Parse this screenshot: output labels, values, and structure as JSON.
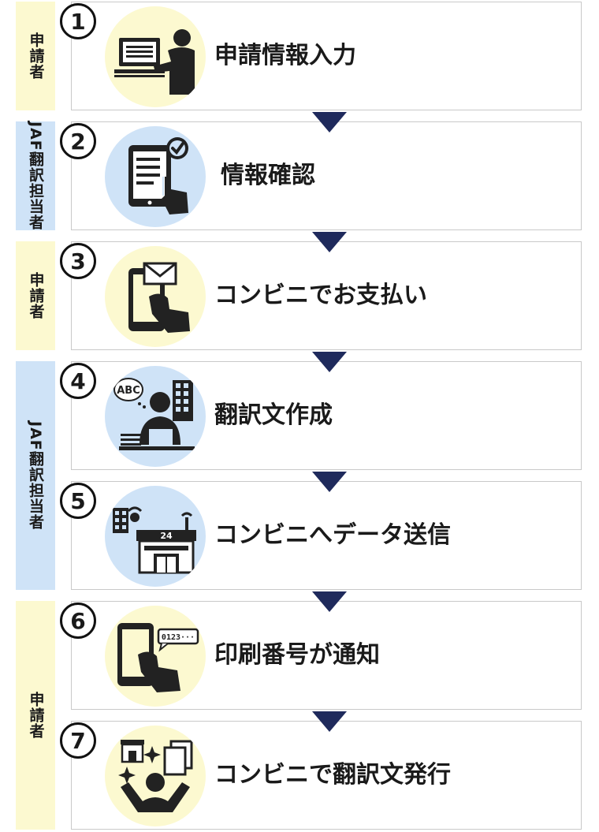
{
  "roles": [
    {
      "label": "申請者"
    },
    {
      "label": "JAF翻訳担当者"
    },
    {
      "label": "申請者"
    },
    {
      "label": "JAF翻訳担当者"
    },
    {
      "label": "申請者"
    }
  ],
  "steps": [
    {
      "number": "1",
      "label": "申請情報入力",
      "icon": "computer-user-icon"
    },
    {
      "number": "2",
      "label": "情報確認",
      "icon": "tablet-check-icon"
    },
    {
      "number": "3",
      "label": "コンビニでお支払い",
      "icon": "phone-mail-icon"
    },
    {
      "number": "4",
      "label": "翻訳文作成",
      "icon": "translator-desk-icon"
    },
    {
      "number": "5",
      "label": "コンビニへデータ送信",
      "icon": "convenience-store-signal-icon"
    },
    {
      "number": "6",
      "label": "印刷番号が通知",
      "icon": "phone-notification-icon"
    },
    {
      "number": "7",
      "label": "コンビニで翻訳文発行",
      "icon": "person-document-issued-icon"
    }
  ],
  "icon_text": {
    "abc": "ABC",
    "store_number": "24",
    "code": "0123···"
  },
  "colors": {
    "applicant_bg": "#fcf9d0",
    "jaf_bg": "#cfe3f7",
    "arrow": "#1f2a5c",
    "icon": "#222222"
  }
}
